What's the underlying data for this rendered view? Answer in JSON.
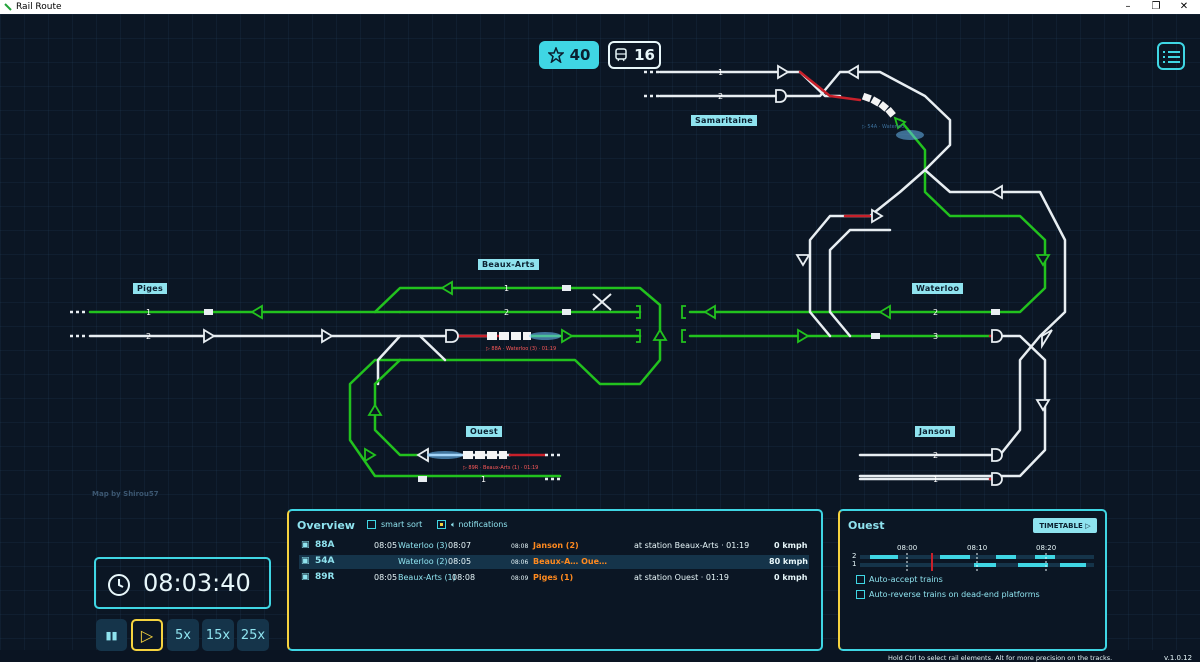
{
  "window": {
    "title": "Rail Route",
    "minimize": "–",
    "restore": "❐",
    "close": "✕"
  },
  "hud": {
    "score": "40",
    "trains": "16"
  },
  "stations": {
    "samaritaine": "Samaritaine",
    "beaux_arts": "Beaux-Arts",
    "piges": "Piges",
    "waterloo": "Waterloo",
    "ouest": "Ouest",
    "janson": "Janson"
  },
  "track_numbers": {
    "sam1": "1",
    "sam2": "2",
    "ba1": "1",
    "ba2": "2",
    "pig1": "1",
    "pig2": "2",
    "wat2": "2",
    "wat3": "3",
    "jan2": "2",
    "jan1": "1",
    "oue1": "1"
  },
  "train_tags": {
    "t88a": "▷ 88A · Waterloo (3) · 01:19",
    "t89r": "▷ 89R · Beaux-Arts (1) · 01:19",
    "t54a": "▷ 54A · Waterloo"
  },
  "map_credit": "Map by Shirou57",
  "clock": {
    "time": "08:03:40"
  },
  "speed": {
    "pause": "▮▮",
    "play": "▷",
    "x5": "5x",
    "x15": "15x",
    "x25": "25x"
  },
  "overview": {
    "title": "Overview",
    "smart_sort": "smart sort",
    "notifications": "notifications",
    "rows": [
      {
        "id": "88A",
        "dep": "08:05",
        "from": "Waterloo (3)",
        "arr": "08:07",
        "next_time": "08:08",
        "next": "Janson (2)",
        "status": "at station Beaux-Arts · 01:19",
        "speed": "0 kmph"
      },
      {
        "id": "54A",
        "dep": "",
        "from": "Waterloo (2)",
        "arr": "08:05",
        "next_time": "08:06",
        "next": "Beaux-A…  Oue…",
        "status": "",
        "speed": "80 kmph"
      },
      {
        "id": "89R",
        "dep": "08:05",
        "from": "Beaux-Arts (1)",
        "arr": "08:08",
        "next_time": "08:09",
        "next": "Piges (1)",
        "status": "at station Ouest · 01:19",
        "speed": "0 kmph"
      }
    ]
  },
  "ouest_panel": {
    "title": "Ouest",
    "timetable": "TIMETABLE ▷",
    "times": [
      "08:00",
      "08:10",
      "08:20"
    ],
    "tracks": [
      "2",
      "1"
    ],
    "auto_accept": "Auto-accept trains",
    "auto_reverse": "Auto-reverse trains on dead-end platforms"
  },
  "footer": {
    "hint": "Hold Ctrl to select rail elements. Alt for more precision on the tracks.",
    "version": "v.1.0.12"
  },
  "colors": {
    "accent": "#3fd6e4",
    "track_green": "#22c21e",
    "track_white": "#e8eef2",
    "track_red": "#c8202a",
    "highlight": "#f5d33f",
    "warning": "#ff8a1f"
  }
}
